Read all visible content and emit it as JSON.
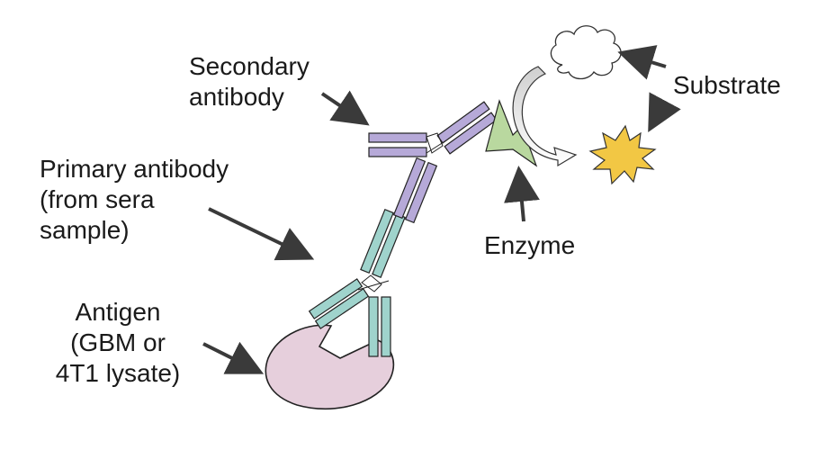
{
  "labels": {
    "secondary_antibody": [
      "Secondary",
      "antibody"
    ],
    "primary_antibody": [
      "Primary antibody",
      "(from sera",
      "sample)"
    ],
    "antigen": [
      "Antigen",
      "(GBM or",
      "4T1 lysate)"
    ],
    "enzyme": "Enzyme",
    "substrate": "Substrate"
  },
  "colors": {
    "secondary_antibody": "#b6a9d8",
    "primary_antibody": "#9fd3cc",
    "antigen": "#e6cfdc",
    "enzyme": "#b9d89f",
    "product": "#f2c744",
    "substrate": "#ffffff",
    "arrow": "#3a3a3a",
    "outline": "#222222"
  }
}
